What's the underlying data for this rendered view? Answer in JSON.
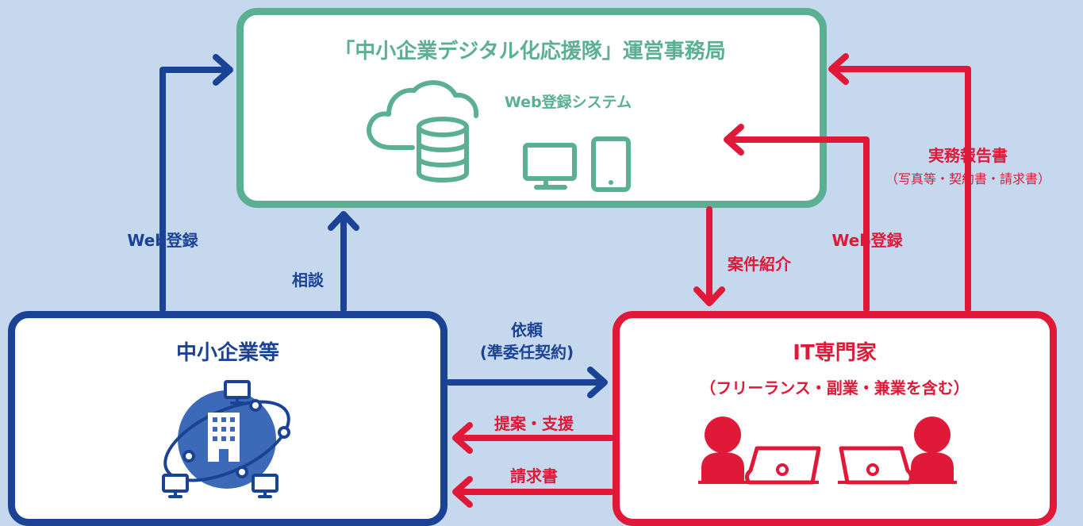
{
  "hq": {
    "title": "「中小企業デジタル化応援隊」運営事務局",
    "subtitle": "Web登録システム"
  },
  "sme": {
    "title": "中小企業等"
  },
  "it": {
    "title": "IT専門家",
    "subtitle": "（フリーランス・副業・兼業を含む）"
  },
  "labels": {
    "sme_web_register": "Web登録",
    "consult": "相談",
    "case_intro": "案件紹介",
    "it_web_register": "Web登録",
    "work_report": "実務報告書",
    "work_report_sub": "（写真等・契約書・請求書）",
    "request": "依頼",
    "request_sub": "(準委任契約)",
    "proposal": "提案・支援",
    "invoice": "請求書"
  },
  "colors": {
    "background": "#c5d8ee",
    "green": "#5bb093",
    "blue": "#1a4396",
    "red": "#e01938"
  },
  "icons": [
    "cloud-database-icon",
    "monitor-icon",
    "tablet-icon",
    "company-network-icon",
    "person-laptop-icon"
  ]
}
